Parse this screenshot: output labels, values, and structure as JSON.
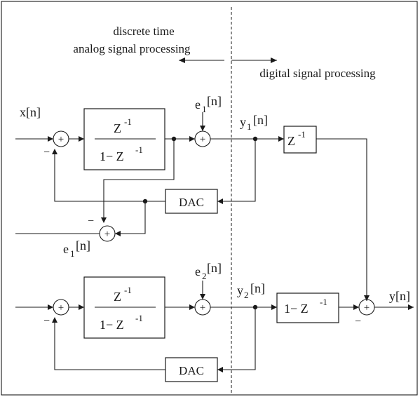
{
  "labels": {
    "region_left_line1": "discrete time",
    "region_left_line2": "analog signal processing",
    "region_right": "digital signal processing"
  },
  "signals": {
    "x_n": "x[n]",
    "e1_n": "e",
    "e1_sub": "1",
    "e_suffix": "[n]",
    "e2_n": "e",
    "e2_sub": "2",
    "y1": "y",
    "y1_sub": "1",
    "y2": "y",
    "y2_sub": "2",
    "y_suffix": "[n]",
    "y_n": "y[n]"
  },
  "blocks": {
    "integrator_num": "Z",
    "integrator_num_exp": "-1",
    "integrator_den": "1− Z",
    "integrator_den_exp": "-1",
    "delay": "Z",
    "delay_exp": "-1",
    "diff": "1− Z",
    "diff_exp": "-1",
    "dac": "DAC"
  },
  "signs": {
    "plus": "+",
    "minus": "−"
  }
}
